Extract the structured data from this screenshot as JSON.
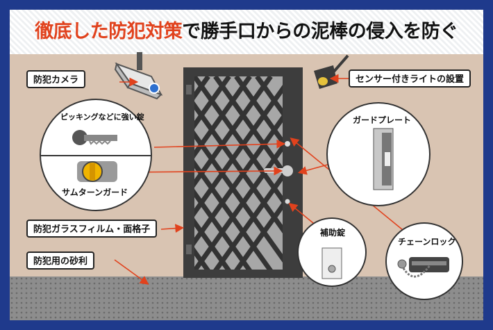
{
  "title": {
    "part1": "徹底した防犯対策",
    "part2": "で勝手口からの泥棒の侵入を防ぐ"
  },
  "labels": {
    "camera": "防犯カメラ",
    "sensor_light": "センサー付きライトの設置",
    "film": "防犯ガラスフィルム・面格子",
    "gravel": "防犯用の砂利"
  },
  "circles": {
    "lock": "ピッキングなどに強い錠",
    "thumbturn": "サムターンガード",
    "guard_plate": "ガードプレート",
    "aux_lock": "補助錠",
    "chain_lock": "チェーンロック"
  },
  "colors": {
    "title_accent": "#e1421d",
    "frame": "#1f3a8c",
    "arrow": "#e1421d",
    "wall": "#d9c4b2"
  }
}
